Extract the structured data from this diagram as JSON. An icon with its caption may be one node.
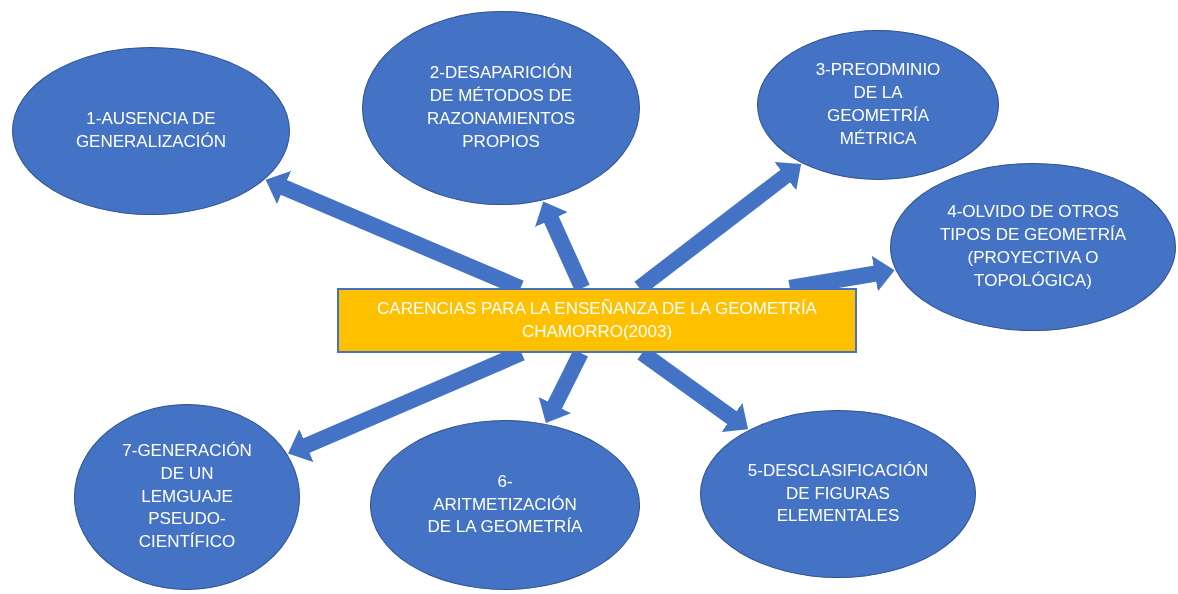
{
  "diagram": {
    "nodes": [
      {
        "text": [
          "1-AUSENCIA DE GENERALIZACIÓN"
        ]
      },
      {
        "text": [
          "2-DESAPARICIÓN DE MÉTODOS DE RAZONAMIENTOS PROPIOS"
        ]
      },
      {
        "text": [
          "3-PREODMINIO DE LA GEOMETRÍA MÉTRICA"
        ]
      },
      {
        "text": [
          "4-OLVIDO DE OTROS TIPOS DE GEOMETRÍA (PROYECTIVA O TOPOLÓGICA)"
        ]
      },
      {
        "text": [
          "CARENCIAS PARA LA ENSEÑANZA DE LA GEOMETRÍA CHAMORRO(2003)"
        ]
      },
      {
        "text": [
          "7-GENERACIÓN DE UN LEMGUAJE PSEUDO- CIENTÍFICO"
        ]
      },
      {
        "text": [
          "6-ARITMETIZACIÓN DE LA GEOMETRÍA"
        ]
      },
      {
        "text": [
          "5-DESCLASIFICACIÓN DE FIGURAS ELEMENTALES"
        ]
      }
    ],
    "edges": [
      {
        "from": 4,
        "to": 0,
        "arrow": "to"
      },
      {
        "from": 4,
        "to": 1,
        "arrow": "to"
      },
      {
        "from": 4,
        "to": 2,
        "arrow": "to"
      },
      {
        "from": 4,
        "to": 3,
        "arrow": "to"
      },
      {
        "from": 4,
        "to": 5,
        "arrow": "to"
      },
      {
        "from": 4,
        "to": 6,
        "arrow": "to"
      },
      {
        "from": 4,
        "to": 7,
        "arrow": "to"
      }
    ]
  }
}
